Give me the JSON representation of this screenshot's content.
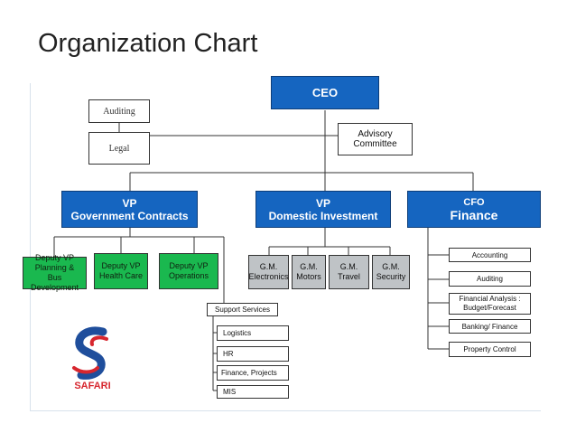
{
  "title": "Organization Chart",
  "ceo": "CEO",
  "side": {
    "auditing": "Auditing",
    "legal": "Legal",
    "advisory_1": "Advisory",
    "advisory_2": "Committee"
  },
  "vp_gov": {
    "line1": "VP",
    "line2": "Government Contracts"
  },
  "vp_dom": {
    "line1": "VP",
    "line2": "Domestic Investment"
  },
  "cfo": {
    "line1": "CFO",
    "line2": "Finance"
  },
  "gov_deputies": [
    {
      "lines": [
        "Deputy VP",
        "Planning &",
        "Bus Development"
      ]
    },
    {
      "lines": [
        "Deputy VP",
        "Health Care"
      ]
    },
    {
      "lines": [
        "Deputy VP",
        "Operations"
      ]
    }
  ],
  "support": {
    "label": "Support  Services",
    "items": [
      "Logistics",
      "HR",
      "Finance, Projects",
      "MIS"
    ]
  },
  "gms": [
    {
      "lines": [
        "G.M.",
        "Electronics"
      ]
    },
    {
      "lines": [
        "G.M.",
        "Motors"
      ]
    },
    {
      "lines": [
        "G.M.",
        "Travel"
      ]
    },
    {
      "lines": [
        "G.M.",
        "Security"
      ]
    }
  ],
  "finance_items": [
    {
      "lines": [
        "Accounting"
      ]
    },
    {
      "lines": [
        "Auditing"
      ]
    },
    {
      "lines": [
        "Financial Analysis  :",
        "Budget/Forecast"
      ]
    },
    {
      "lines": [
        "Banking/ Finance"
      ]
    },
    {
      "lines": [
        "Property Control"
      ]
    }
  ],
  "logo": {
    "text": "SAFARI",
    "colors": {
      "blue": "#1f4e9c",
      "red": "#d7262e"
    }
  },
  "colors": {
    "vp_blue": "#1565c0",
    "deputy_green": "#1ab84f",
    "gm_gray": "#bfc3c6"
  }
}
